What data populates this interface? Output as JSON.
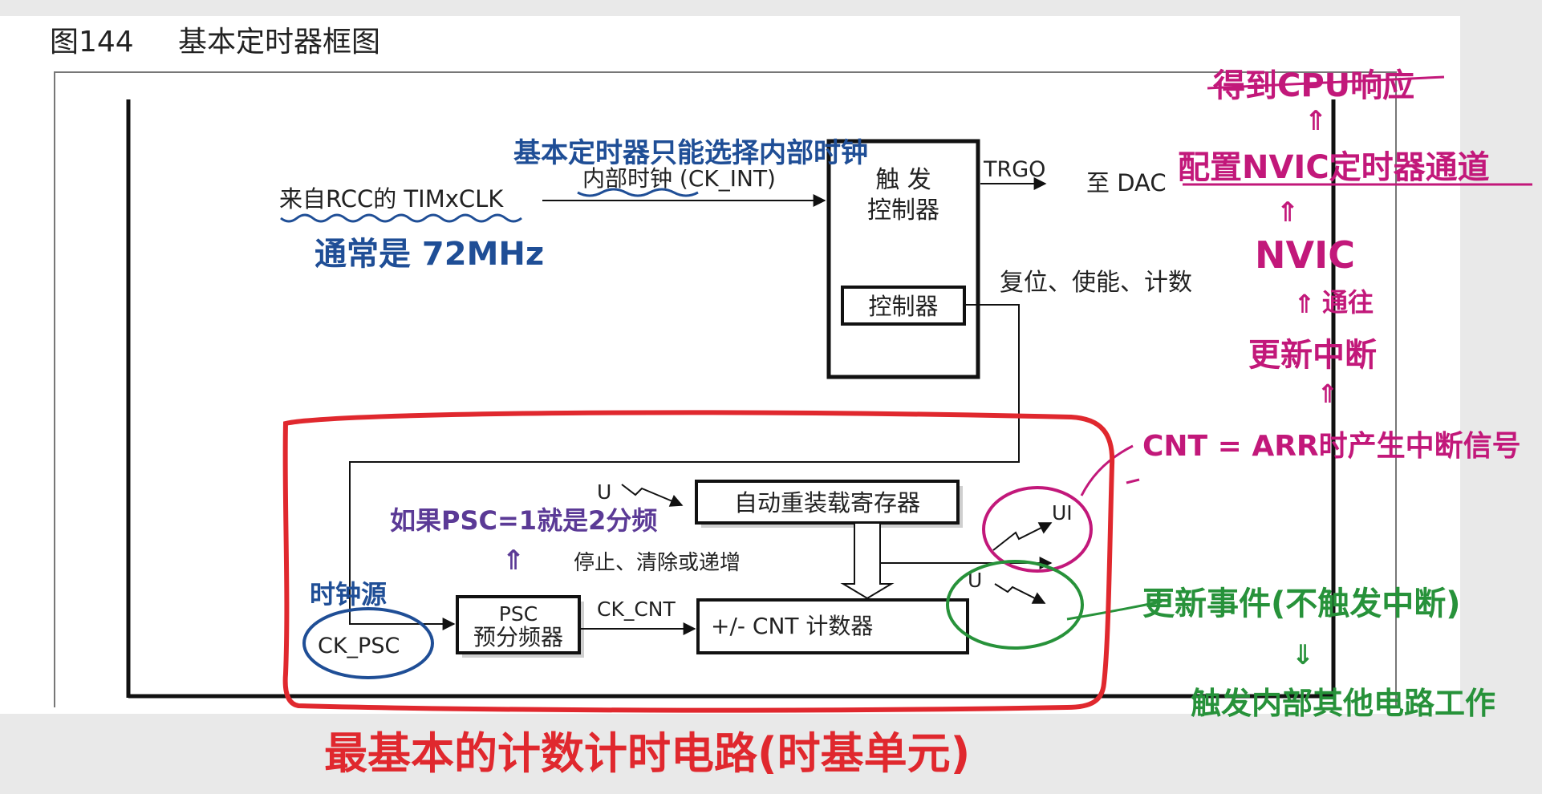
{
  "figure": {
    "number": "图144",
    "title": "基本定时器框图"
  },
  "blocks": {
    "trigger_controller": [
      "触 发",
      "控制器"
    ],
    "controller": "控制器",
    "arr": "自动重装载寄存器",
    "psc": [
      "PSC",
      "预分频器"
    ],
    "cnt": "+/-  CNT 计数器"
  },
  "signals": {
    "timxclk": "来自RCC的 TIMxCLK",
    "ck_int": "内部时钟 (CK_INT)",
    "trgo": "TRGO",
    "to_dac": "至 DAC",
    "reset_enable_count": "复位、使能、计数",
    "stop_clear_inc": "停止、清除或递增",
    "ck_psc": "CK_PSC",
    "ck_cnt": "CK_CNT",
    "u_top": "U",
    "ui": "UI",
    "u_event": "U"
  },
  "annotations": {
    "internal_clock_note": "基本定时器只能选择内部时钟",
    "clock_freq": "通常是 72MHz",
    "trigger_cpu": "得到CPU响应",
    "nvic_channel": "配置NVIC定时器通道",
    "nvic": "NVIC",
    "via": "通往",
    "update_interrupt": "更新中断",
    "cnt_eq_arr": "CNT = ARR时产生中断信号",
    "psc_note": "如果PSC=1就是2分频",
    "clock_source": "时钟源",
    "update_event": "更新事件(不触发中断)",
    "trigger_internal": "触发内部其他电路工作",
    "time_base": "最基本的计数计时电路(时基单元)"
  },
  "colors": {
    "blue_ink": "#1f4e96",
    "magenta_ink": "#c2187a",
    "red_ink": "#e0282e",
    "green_ink": "#27923a",
    "purple_ink": "#5b3a96"
  }
}
